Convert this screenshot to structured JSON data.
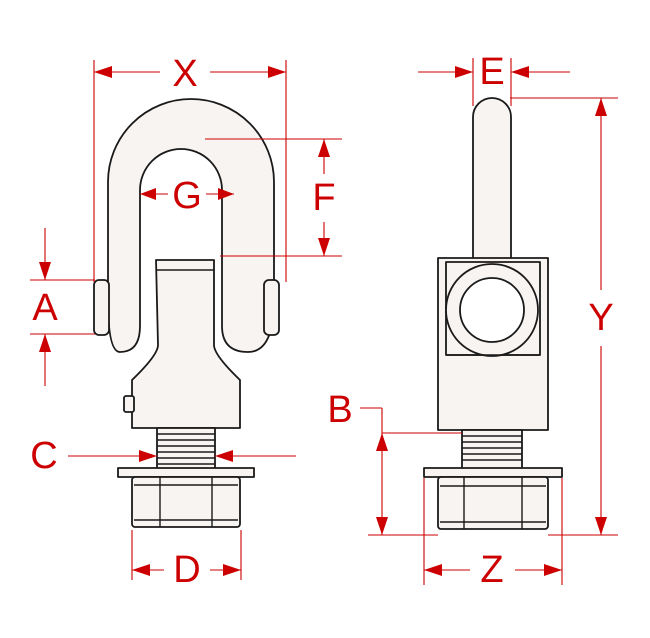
{
  "diagram": {
    "labels": {
      "x": "X",
      "g": "G",
      "f": "F",
      "a": "A",
      "c": "C",
      "d": "D",
      "e": "E",
      "y": "Y",
      "b": "B",
      "z": "Z"
    },
    "colors": {
      "dimension": "#cc0000",
      "outline": "#1a1a1a",
      "part_fill": "#f8f4f1"
    }
  }
}
